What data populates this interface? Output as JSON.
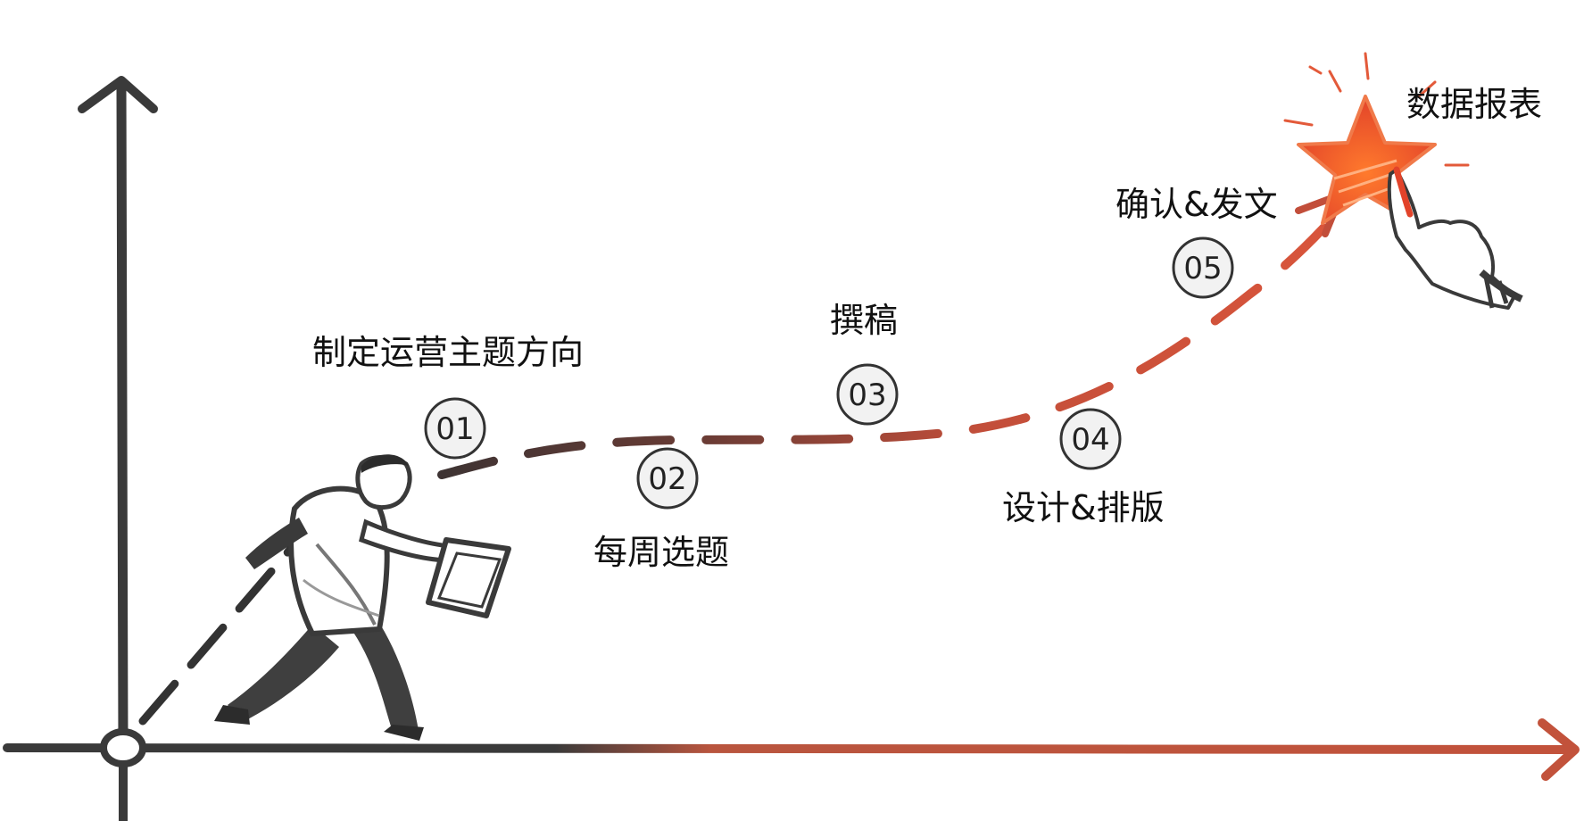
{
  "steps": [
    {
      "number": "01",
      "label": "制定运营主题方向"
    },
    {
      "number": "02",
      "label": "每周选题"
    },
    {
      "number": "03",
      "label": "撰稿"
    },
    {
      "number": "04",
      "label": "设计&排版"
    },
    {
      "number": "05",
      "label": "确认&发文"
    }
  ],
  "goal": {
    "label": "数据报表"
  },
  "colors": {
    "axis": "#3a3a3a",
    "path_start": "#3d3333",
    "path_mid": "#c0503a",
    "path_end": "#e4573b",
    "star": "#f05a28"
  },
  "icons": [
    "running-businessman-icon",
    "star-icon",
    "pointing-hand-icon"
  ]
}
